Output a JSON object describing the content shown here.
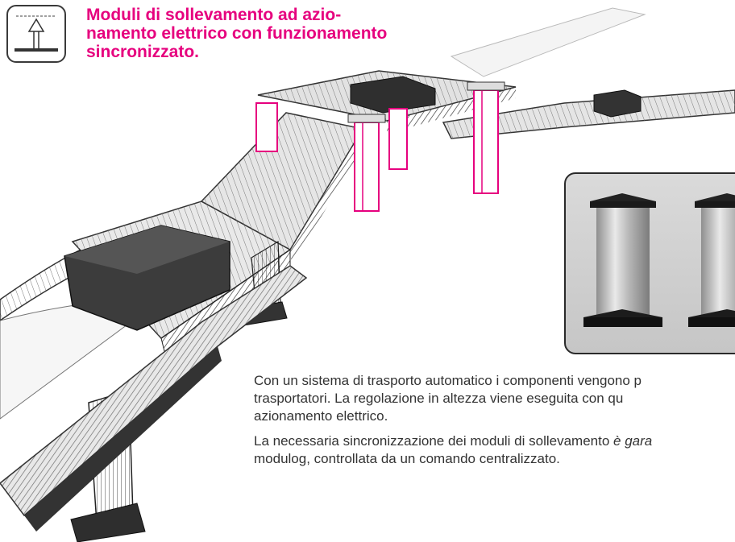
{
  "header": {
    "icon": "lifting-module-icon",
    "title_lines": [
      "Moduli di sollevamento ad azio-",
      "namento elettrico con funzionamento",
      "sincronizzato."
    ]
  },
  "illustration": {
    "subject": "conveyor-sketch",
    "highlight_color": "#e6007e"
  },
  "photo": {
    "subject": "lifting-columns"
  },
  "body": {
    "paragraph1_lines": [
      "Con un sistema di trasporto automatico i componenti vengono p",
      "trasportatori. La regolazione in altezza viene eseguita con qu",
      "azionamento elettrico."
    ],
    "paragraph2": {
      "line1_plain": "La necessaria sincronizzazione dei moduli di sollevamento ",
      "line1_italic": "è gara",
      "line2": "modulog, controllata da un comando centralizzato."
    }
  },
  "colors": {
    "accent": "#e6007e",
    "text": "#333333"
  }
}
